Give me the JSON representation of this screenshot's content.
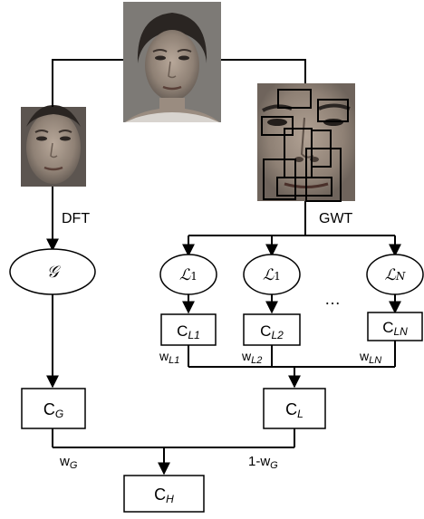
{
  "diagram": {
    "photos": {
      "main": "face-photo-full",
      "left": "face-photo-cropped",
      "right": "face-photo-eye-region-with-patches"
    },
    "edge_labels": {
      "dft": "DFT",
      "gwt": "GWT"
    },
    "nodes": {
      "global": "𝒢",
      "local": [
        {
          "base": "ℒ",
          "sub": "1"
        },
        {
          "base": "ℒ",
          "sub": "1"
        },
        {
          "base": "ℒ",
          "sub": "N"
        }
      ],
      "ellipsis": "…"
    },
    "classifiers": {
      "global": {
        "base": "C",
        "sub": "G"
      },
      "local": [
        {
          "base": "C",
          "sub": "L1"
        },
        {
          "base": "C",
          "sub": "L2"
        },
        {
          "base": "C",
          "sub": "LN"
        }
      ],
      "local_combined": {
        "base": "C",
        "sub": "L"
      },
      "hybrid": {
        "base": "C",
        "sub": "H"
      }
    },
    "weights": {
      "local": [
        {
          "base": "w",
          "sub": "L1"
        },
        {
          "base": "w",
          "sub": "L2"
        },
        {
          "base": "w",
          "sub": "LN"
        }
      ],
      "global": {
        "base": "w",
        "sub": "G"
      },
      "local_total": {
        "base": "1-w",
        "sub": "G"
      }
    }
  }
}
